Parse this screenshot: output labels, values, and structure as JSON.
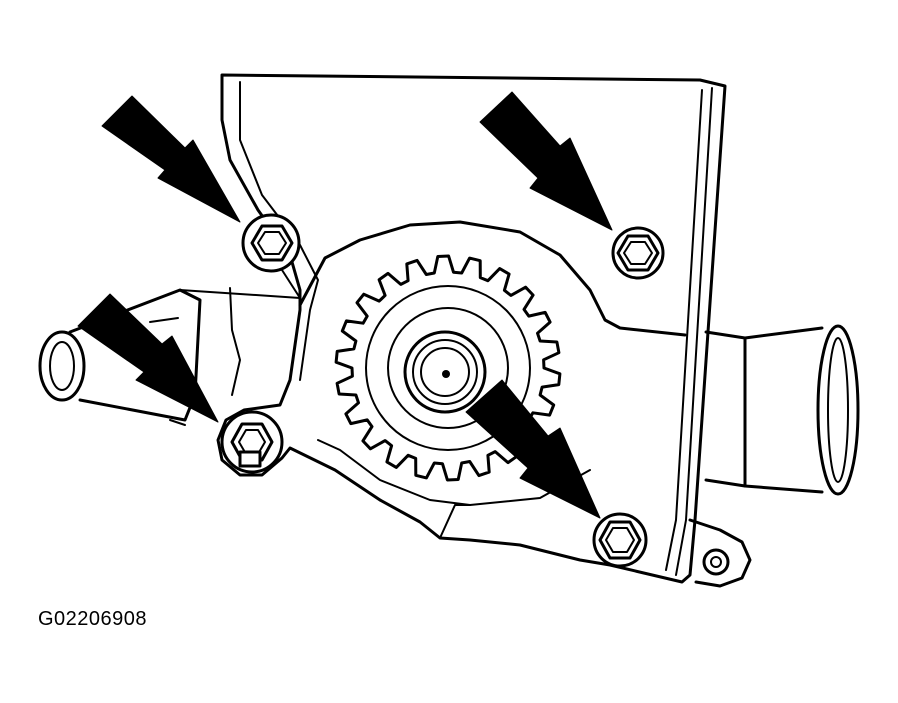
{
  "figure": {
    "code": "G02206908"
  },
  "colors": {
    "ink": "#000000",
    "paper": "#ffffff"
  },
  "callouts": [
    {
      "target": "upper-left-bolt"
    },
    {
      "target": "upper-right-bolt"
    },
    {
      "target": "lower-left-bolt"
    },
    {
      "target": "lower-right-bolt"
    }
  ]
}
